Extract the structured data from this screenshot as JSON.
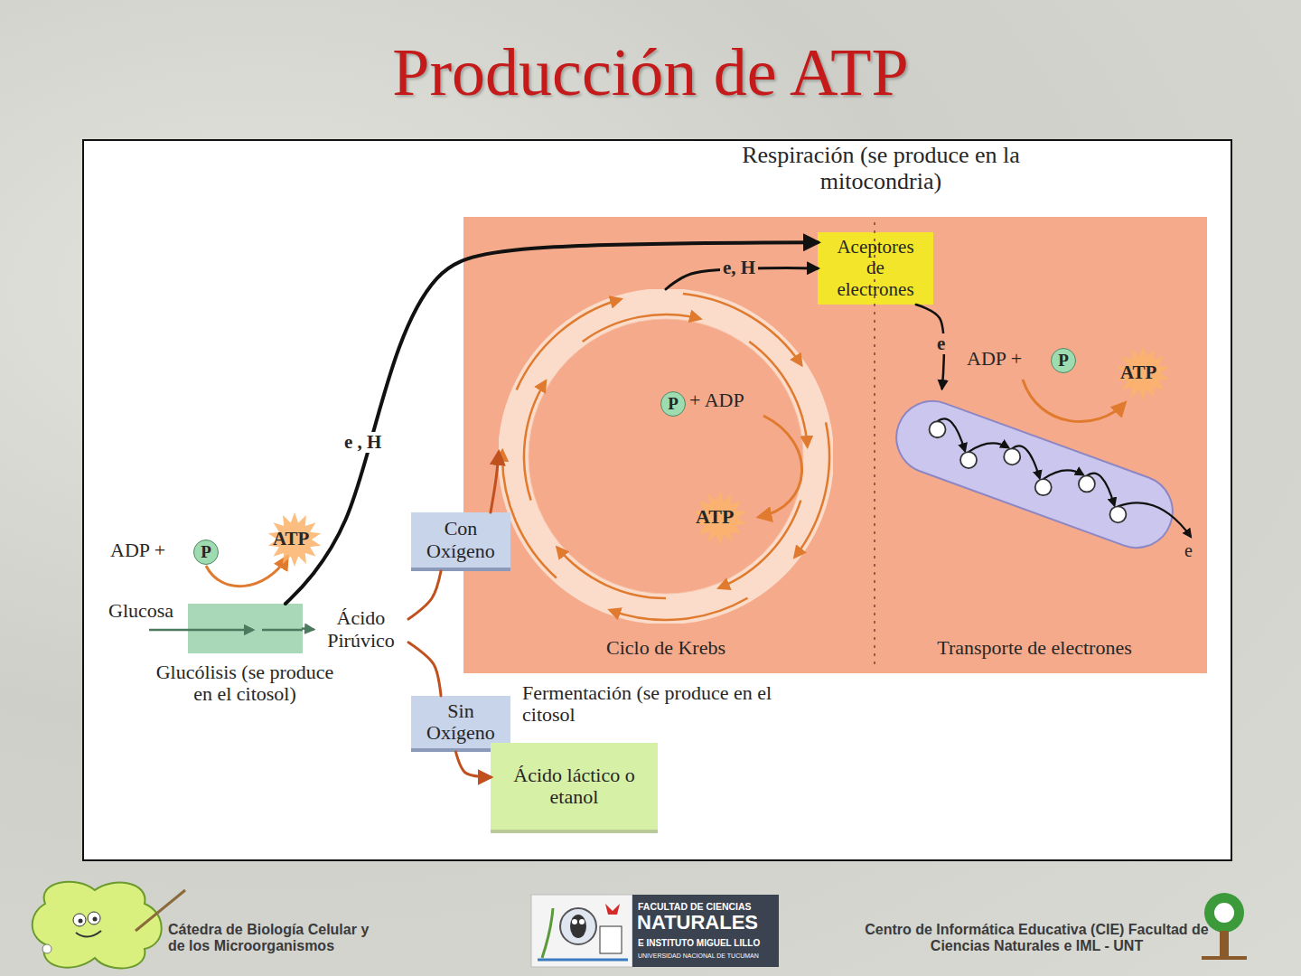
{
  "diagram": {
    "title": "Producción de ATP",
    "nodes": [
      {
        "text": [
          "Respiración (se produce en la mitocondria)"
        ]
      },
      {
        "text": [
          "Aceptores de electrones"
        ],
        "in": 0
      },
      {
        "text": [
          "P",
          "+ ADP",
          "ATP",
          "Ciclo de Krebs"
        ],
        "in": 0
      },
      {
        "text": [
          "Transporte de electrones"
        ],
        "in": 0
      },
      {
        "text": [
          "Glucólisis (se produce en el citosol)"
        ]
      },
      {
        "text": [
          "Ácido Pirúvico"
        ]
      },
      {
        "text": [
          "Con Oxígeno"
        ]
      },
      {
        "text": [
          "Sin Oxígeno"
        ]
      },
      {
        "text": [
          "Ácido láctico o etanol"
        ]
      }
    ],
    "edges": [
      {
        "from": 4,
        "to": 1,
        "arrow": "to",
        "label": "e , H"
      },
      {
        "from": 2,
        "to": 1,
        "arrow": "to",
        "label": "e, H"
      },
      {
        "from": 1,
        "to": 3,
        "arrow": "to",
        "label": "e"
      },
      {
        "from": 4,
        "to": 5,
        "arrow": "to"
      },
      {
        "from": 5,
        "to": 6,
        "arrow": "none"
      },
      {
        "from": 6,
        "to": 2,
        "arrow": "to"
      },
      {
        "from": 5,
        "to": 7,
        "arrow": "none"
      },
      {
        "from": 7,
        "to": 8,
        "arrow": "to"
      }
    ],
    "labels": [
      "ADP +",
      "P",
      "ATP",
      "Glucosa",
      "Fermentación (se produce en el citosol",
      "ADP +",
      "P",
      "ATP",
      "e",
      "Cátedra de Biología Celular y de los Microorganismos",
      "FACULTAD DE CIENCIAS",
      "NATURALES",
      "E INSTITUTO MIGUEL LILLO",
      "UNIVERSIDAD NACIONAL DE TUCUMAN",
      "Centro de Informática Educativa (CIE) Facultad de Ciencias Naturales e IML - UNT"
    ]
  }
}
